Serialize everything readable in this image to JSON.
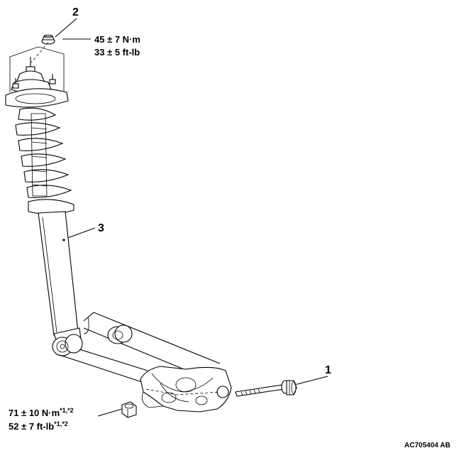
{
  "callouts": {
    "c1": "1",
    "c2": "2",
    "c3": "3"
  },
  "torque_top": {
    "metric": "45 ± 7 N·m",
    "imperial": "33 ± 5 ft-lb"
  },
  "torque_bottom": {
    "metric": "71 ± 10 N·m",
    "metric_note": "*1,*2",
    "imperial": "52 ± 7 ft-lb",
    "imperial_note": "*1,*2"
  },
  "figure_code": "AC705404 AB",
  "icons": {
    "nut_top": "flange-nut-icon",
    "strut": "shock-absorber-assembly-icon",
    "bolt": "bolt-icon",
    "nut_bottom": "lock-nut-icon",
    "knuckle": "trailing-arm-bracket-icon"
  }
}
